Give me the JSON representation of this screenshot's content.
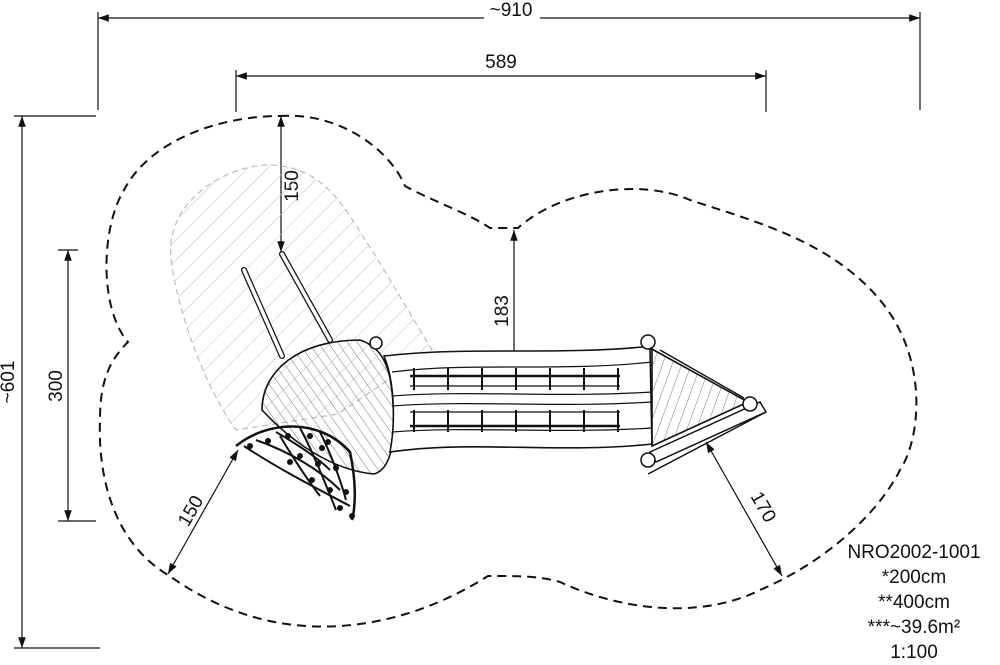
{
  "dimensions": {
    "overall_width": "~910",
    "frame_width": "589",
    "overall_height": "~601",
    "depth_left": "300",
    "clearance_top": "150",
    "clearance_bridge": "183",
    "clearance_net": "150",
    "clearance_slide": "170"
  },
  "info": {
    "code": "NRO2002-1001",
    "fall_height": "*200cm",
    "free_height": "**400cm",
    "area": "***~39.6m²",
    "scale": "1:100"
  }
}
